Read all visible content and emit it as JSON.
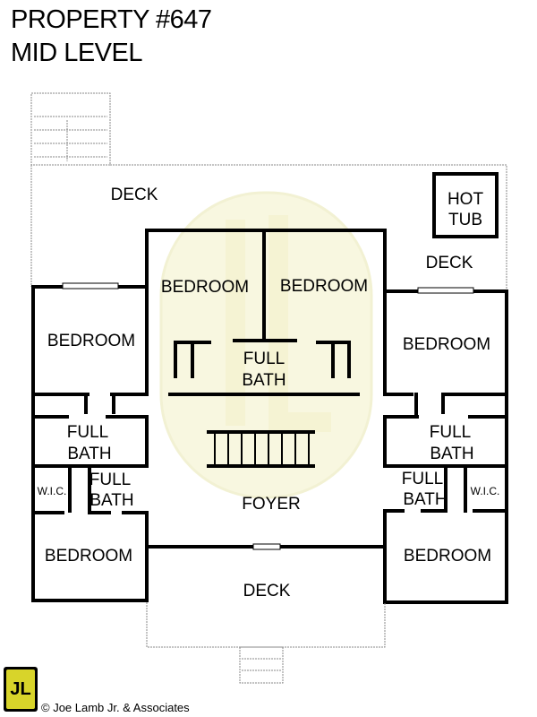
{
  "header": {
    "title_line1": "PROPERTY #647",
    "title_line2": "MID LEVEL"
  },
  "rooms": {
    "deck_top": "DECK",
    "hot_tub_line1": "HOT",
    "hot_tub_line2": "TUB",
    "deck_right": "DECK",
    "bedroom_center_left": "BEDROOM",
    "bedroom_center_right": "BEDROOM",
    "bedroom_upper_left": "BEDROOM",
    "bedroom_upper_right": "BEDROOM",
    "full_bath_center_line1": "FULL",
    "full_bath_center_line2": "BATH",
    "full_bath_left_upper_line1": "FULL",
    "full_bath_left_upper_line2": "BATH",
    "full_bath_right_upper_line1": "FULL",
    "full_bath_right_upper_line2": "BATH",
    "wic_left": "W.I.C.",
    "full_bath_left_lower_line1": "FULL",
    "full_bath_left_lower_line2": "BATH",
    "full_bath_right_lower_line1": "FULL",
    "full_bath_right_lower_line2": "BATH",
    "wic_right": "W.I.C.",
    "foyer": "FOYER",
    "bedroom_lower_left": "BEDROOM",
    "bedroom_lower_right": "BEDROOM",
    "deck_bottom": "DECK"
  },
  "footer": {
    "logo_text": "JL",
    "copyright": "© Joe Lamb Jr. & Associates"
  },
  "colors": {
    "watermark": "#f4f2c8",
    "logo": "#d8d42a"
  }
}
